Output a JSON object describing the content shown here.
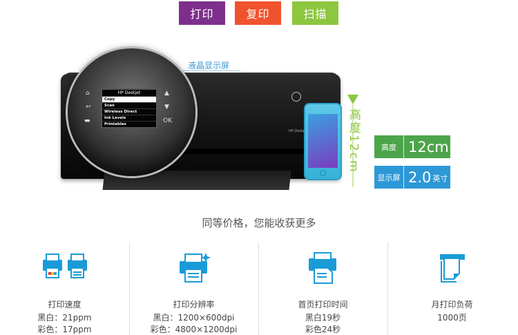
{
  "tabs": [
    {
      "label": "打印",
      "color": "#7e2f8c"
    },
    {
      "label": "复印",
      "color": "#f0522e"
    },
    {
      "label": "扫描",
      "color": "#8dc63f"
    }
  ],
  "hero": {
    "lcd_label": "液晶显示屏",
    "screen": {
      "title": "HP Deskjet",
      "items": [
        "Copy",
        "Scan",
        "Wireless Direct",
        "Ink Levels",
        "Printables"
      ]
    },
    "button_ok": "OK",
    "printer_brand": "HP Deskjet",
    "height_text": "高度12cm",
    "spec_height": {
      "label": "高度",
      "value": "12cm"
    },
    "spec_display": {
      "label": "显示屏",
      "value": "2.0",
      "unit": "英寸"
    }
  },
  "slogan": "同等价格，您能收获更多",
  "features": [
    {
      "icon": "print-speed-icon",
      "title": "打印速度",
      "lines": [
        "黑白：21ppm",
        "彩色：17ppm"
      ]
    },
    {
      "icon": "print-resolution-icon",
      "title": "打印分辨率",
      "lines": [
        "黑白：1200×600dpi",
        "彩色：4800×1200dpi"
      ]
    },
    {
      "icon": "first-page-time-icon",
      "title": "首页打印时间",
      "lines": [
        "黑白19秒",
        "彩色24秒"
      ]
    },
    {
      "icon": "monthly-duty-icon",
      "title": "月打印负荷",
      "lines": [
        "1000页",
        ""
      ]
    }
  ],
  "colors": {
    "accent_blue": "#2d98d6",
    "accent_green": "#4ca54a",
    "icon_blue": "#1a9bd7"
  }
}
